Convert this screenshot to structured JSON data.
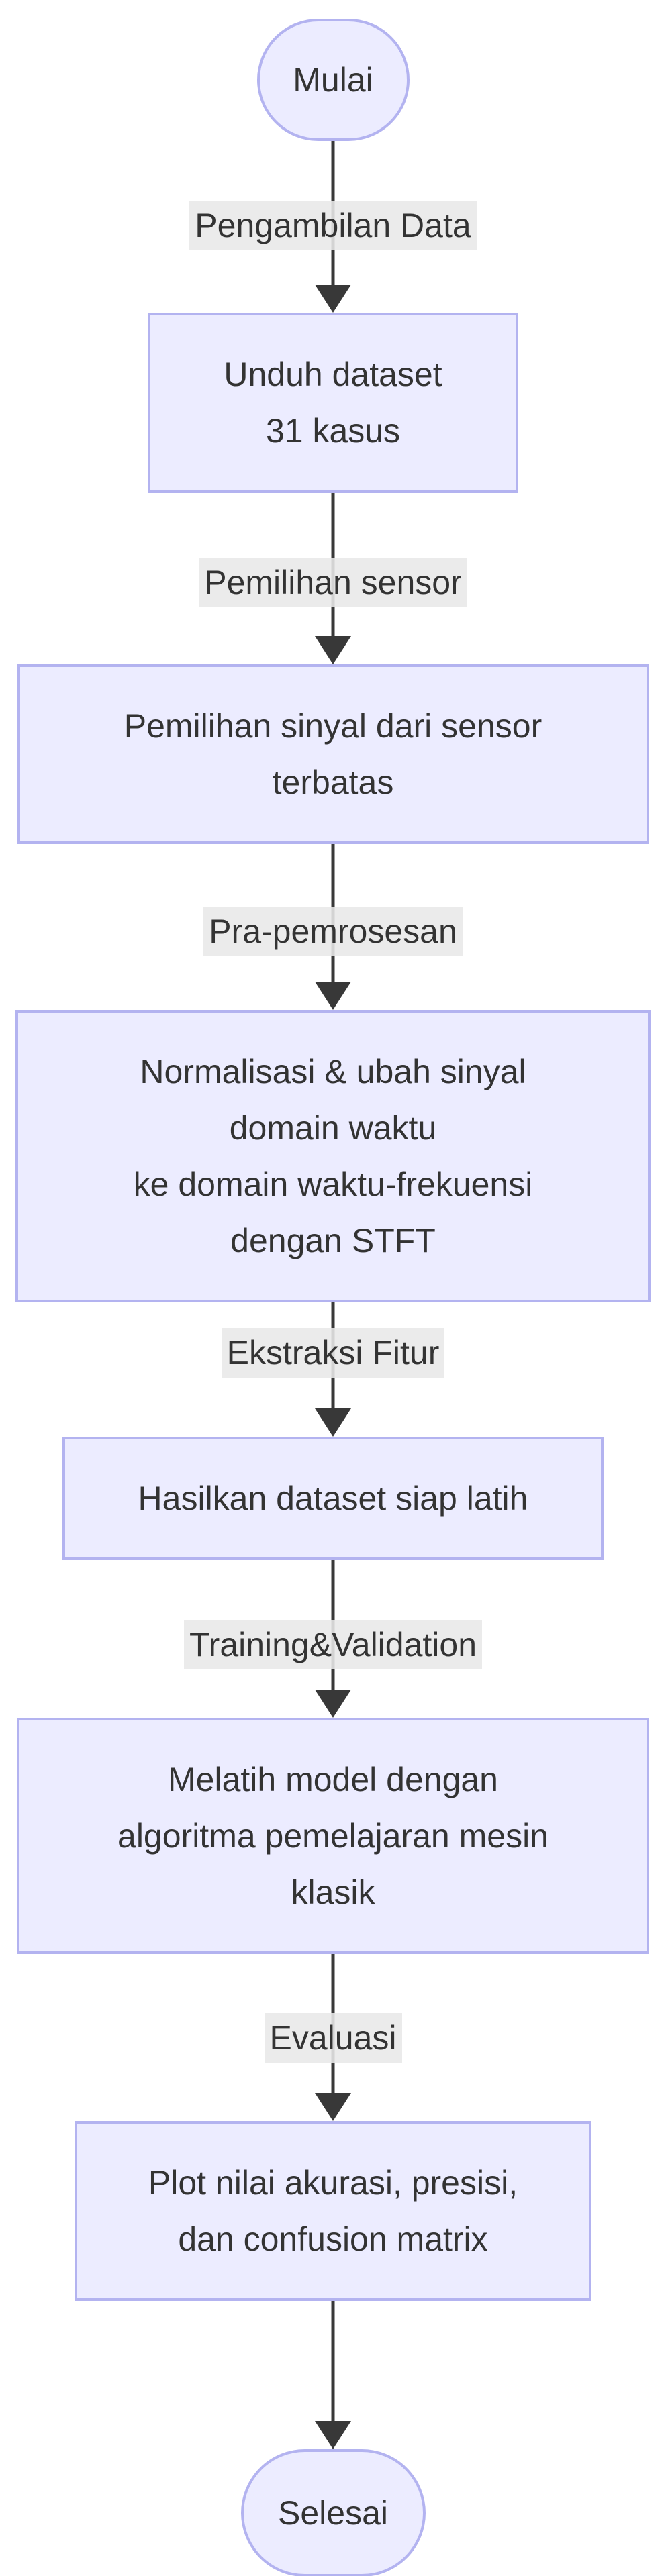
{
  "diagram": {
    "type": "flowchart",
    "direction": "top-down",
    "colors": {
      "background": "#FFFFFF",
      "node_fill": "#ECECFF",
      "node_border": "#B3B3F0",
      "text": "#333333",
      "edge_line": "#383838",
      "edge_label_bg": "#E8E8E8"
    },
    "nodes": [
      {
        "id": "start",
        "shape": "stadium",
        "lines": [
          "Mulai"
        ]
      },
      {
        "id": "download-dataset",
        "shape": "rect",
        "lines": [
          "Unduh dataset",
          "31 kasus"
        ]
      },
      {
        "id": "sensor-selection",
        "shape": "rect",
        "lines": [
          "Pemilihan sinyal dari sensor",
          "terbatas"
        ]
      },
      {
        "id": "preprocessing",
        "shape": "rect",
        "lines": [
          "Normalisasi & ubah sinyal",
          "domain waktu",
          "ke domain waktu-frekuensi",
          "dengan STFT"
        ]
      },
      {
        "id": "feature-extraction",
        "shape": "rect",
        "lines": [
          "Hasilkan dataset siap latih"
        ]
      },
      {
        "id": "training",
        "shape": "rect",
        "lines": [
          "Melatih model dengan",
          "algoritma pemelajaran mesin",
          "klasik"
        ]
      },
      {
        "id": "evaluation-plot",
        "shape": "rect",
        "lines": [
          "Plot nilai akurasi, presisi,",
          "dan confusion matrix"
        ]
      },
      {
        "id": "end",
        "shape": "stadium",
        "lines": [
          "Selesai"
        ]
      }
    ],
    "edges": [
      {
        "from": "start",
        "to": "download-dataset",
        "label": "Pengambilan Data"
      },
      {
        "from": "download-dataset",
        "to": "sensor-selection",
        "label": "Pemilihan sensor"
      },
      {
        "from": "sensor-selection",
        "to": "preprocessing",
        "label": "Pra-pemrosesan"
      },
      {
        "from": "preprocessing",
        "to": "feature-extraction",
        "label": "Ekstraksi Fitur"
      },
      {
        "from": "feature-extraction",
        "to": "training",
        "label": "Training&Validation"
      },
      {
        "from": "training",
        "to": "evaluation-plot",
        "label": "Evaluasi"
      },
      {
        "from": "evaluation-plot",
        "to": "end",
        "label": ""
      }
    ]
  }
}
